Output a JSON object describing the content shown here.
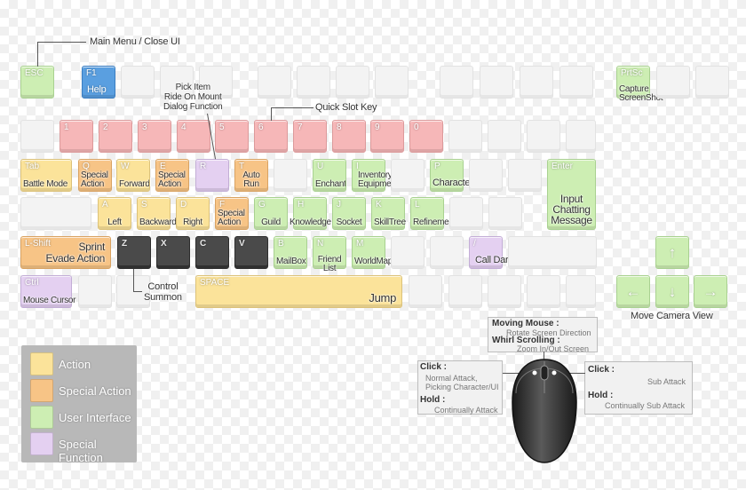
{
  "keys": {
    "esc": "ESC",
    "f1": "F1",
    "f1_action": "Help",
    "n1": "1",
    "n2": "2",
    "n3": "3",
    "n4": "4",
    "n5": "5",
    "n6": "6",
    "n7": "7",
    "n8": "8",
    "n9": "9",
    "n0": "0",
    "tab": "Tab",
    "tab_action": "Battle Mode",
    "q": "Q",
    "q_action": "Special Action",
    "w": "W",
    "w_action": "Forward",
    "e": "E",
    "e_action": "Special Action",
    "r": "R",
    "t": "T",
    "t_action": "Auto Run",
    "u": "U",
    "u_action": "Enchant",
    "i": "I",
    "i_action": "Inventory Equipment",
    "p": "P",
    "p_action": "Character Info",
    "enter": "Enter",
    "enter_action": "Input Chatting Message",
    "a": "A",
    "a_action": "Left",
    "s": "S",
    "s_action": "Backward",
    "d": "D",
    "d_action": "Right",
    "f": "F",
    "f_action": "Special Action",
    "g": "G",
    "g_action": "Guild",
    "h": "H",
    "h_action": "Knowledge",
    "j": "J",
    "j_action": "Socket",
    "k": "K",
    "k_action": "SkillTree",
    "l": "L",
    "l_action": "Refinement",
    "lshift": "L-Shift",
    "lshift_action1": "Sprint",
    "lshift_action2": "Evade Action",
    "z": "Z",
    "x": "X",
    "c": "C",
    "v": "V",
    "b": "B",
    "b_action": "MailBox",
    "n": "N",
    "n_action": "Friend List",
    "m": "M",
    "m_action": "WorldMap",
    "slash": "/",
    "slash_action": "Call DarkSpirit",
    "ctrl": "Ctrl",
    "ctrl_action": "Mouse Cursor",
    "space": "SPACE",
    "space_action": "Jump",
    "prtsc": "PrtSc",
    "prtsc_action": "Capture ScreenShot",
    "up": "↑",
    "left": "←",
    "down": "↓",
    "right": "→"
  },
  "annotations": {
    "main_menu": "Main Menu / Close UI",
    "r_function": "Pick Item\nRide On Mount\nDialog Function",
    "quick_slot": "Quick Slot Key",
    "zxcv": "Control\nSummon",
    "move_camera": "Move Camera View"
  },
  "legend": [
    {
      "label": "Action",
      "color": "#fbe39a"
    },
    {
      "label": "Special Action",
      "color": "#f7c486"
    },
    {
      "label": "User Interface",
      "color": "#cdeeb3"
    },
    {
      "label": "Special Function",
      "color": "#e4d0f1"
    }
  ],
  "mouse": {
    "moving_title": "Moving Mouse :",
    "moving_desc": "Rotate Screen Direction",
    "scroll_title": "Whirl Scrolling :",
    "scroll_desc": "Zoom In/Out Screen",
    "left_click_title": "Click :",
    "left_click_desc": "Normal Attack, Picking Character/UI",
    "left_hold_title": "Hold :",
    "left_hold_desc": "Continually Attack",
    "right_click_title": "Click :",
    "right_click_desc": "Sub Attack",
    "right_hold_title": "Hold :",
    "right_hold_desc": "Continually Sub Attack"
  }
}
